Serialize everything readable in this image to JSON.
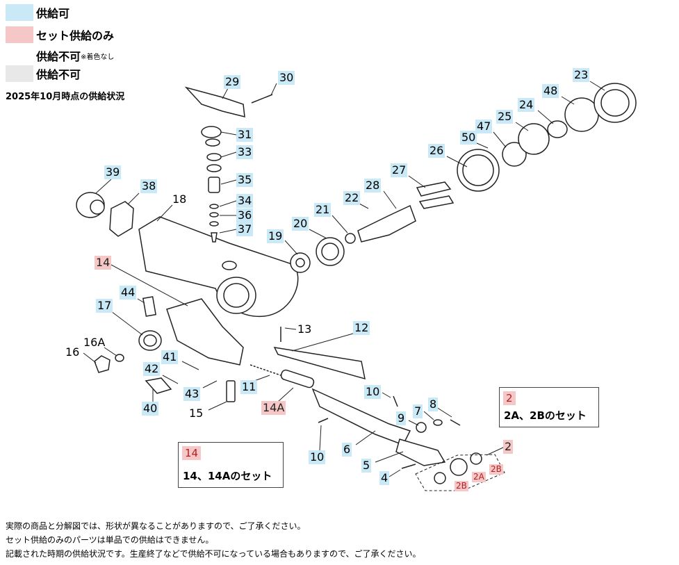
{
  "legend": {
    "available": {
      "label": "供給可",
      "color": "#c9e9f6"
    },
    "set_only": {
      "label": "セット供給のみ",
      "color": "#f6c7c7"
    },
    "unavailable_no_color": {
      "label": "供給不可",
      "note": "※着色なし"
    },
    "unavailable": {
      "label": "供給不可",
      "color": "#e8e8e8"
    }
  },
  "as_of": "2025年10月時点の供給状況",
  "parts": {
    "p29": "29",
    "p30": "30",
    "p31": "31",
    "p33": "33",
    "p35": "35",
    "p34": "34",
    "p36": "36",
    "p37": "37",
    "p39": "39",
    "p38": "38",
    "p18": "18",
    "p23": "23",
    "p48": "48",
    "p24": "24",
    "p25": "25",
    "p47": "47",
    "p50": "50",
    "p26": "26",
    "p27": "27",
    "p22": "22",
    "p28": "28",
    "p21": "21",
    "p20": "20",
    "p19": "19",
    "p14": "14",
    "p44": "44",
    "p17": "17",
    "p16A": "16A",
    "p16": "16",
    "p42": "42",
    "p41": "41",
    "p43": "43",
    "p40": "40",
    "p15": "15",
    "p13": "13",
    "p12": "12",
    "p11": "11",
    "p14A": "14A",
    "p10a": "10",
    "p10b": "10",
    "p8": "8",
    "p7": "7",
    "p9": "9",
    "p6": "6",
    "p5": "5",
    "p4": "4",
    "p2": "2",
    "p2A": "2A",
    "p2B": "2B"
  },
  "set_boxes": {
    "set2": {
      "tag": "2",
      "desc": "2A、2Bのセット"
    },
    "set14": {
      "tag": "14",
      "desc": "14、14Aのセット"
    }
  },
  "notes": [
    "実際の商品と分解図では、形状が異なることがありますので、ご了承ください。",
    "セット供給のみのパーツは単品での供給はできません。",
    "記載された時期の供給状況です。生産終了などで供給不可になっている場合もありますので、ご了承ください。"
  ]
}
